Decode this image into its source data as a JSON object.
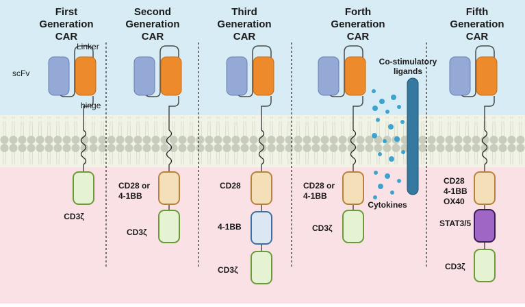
{
  "colors": {
    "extracellular": "#d7ecf5",
    "intracellular": "#f9e1e6",
    "membrane_band": "#f0f3e6",
    "lipid_head": "#c9cec0",
    "scfv_light": "#94a9d6",
    "scfv_heavy": "#ec8a2c",
    "costim_fill": "#f3e0b8",
    "costim_stroke": "#b8813f",
    "cd3z_fill": "#e5f3d3",
    "cd3z_stroke": "#6c9a3a",
    "bb_fill": "#dbe8f4",
    "bb_stroke": "#3f6f9e",
    "stat_fill": "#a066c6",
    "stat_stroke": "#3a1d57",
    "ligand_rod": "#3679a0",
    "dot": "#2b9bcc"
  },
  "generations": [
    {
      "title": [
        "First",
        "Generation",
        "CAR"
      ]
    },
    {
      "title": [
        "Second",
        "Generation",
        "CAR"
      ]
    },
    {
      "title": [
        "Third",
        "Generation",
        "CAR"
      ]
    },
    {
      "title": [
        "Forth",
        "Generation",
        "CAR"
      ]
    },
    {
      "title": [
        "Fifth",
        "Generation",
        "CAR"
      ]
    }
  ],
  "labels": {
    "scfv": "scFv",
    "linker": "Linker",
    "hinge": "hinge",
    "cd3z": "CD3ζ",
    "cd28_or_41bb": [
      "CD28 or",
      "4-1BB"
    ],
    "cd28": "CD28",
    "bb41": "4-1BB",
    "fifth_costim": [
      "CD28",
      "4-1BB",
      "OX40"
    ],
    "stat": "STAT3/5",
    "costim_ligands": [
      "Co-stimulatory",
      "ligands"
    ],
    "cytokines": "Cytokines"
  }
}
